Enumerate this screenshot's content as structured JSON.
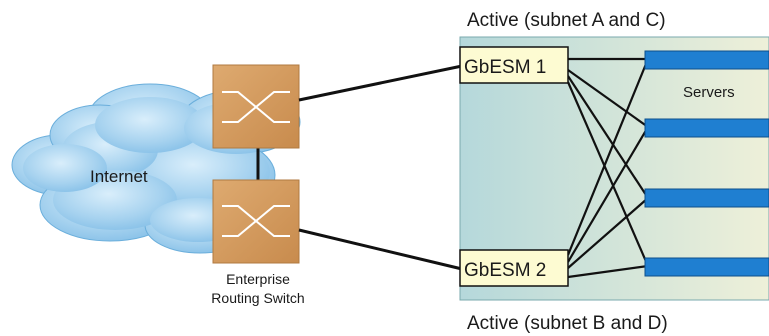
{
  "cloud": {
    "label": "Internet"
  },
  "routing_switch": {
    "caption_line1": "Enterprise",
    "caption_line2": "Routing Switch"
  },
  "chassis": {
    "top_label": "Active (subnet A and C)",
    "bottom_label": "Active (subnet B and D)",
    "servers_label": "Servers"
  },
  "modules": [
    {
      "label": "GbESM 1"
    },
    {
      "label": "GbESM 2"
    }
  ],
  "colors": {
    "switch_fill": "#d49a5e",
    "switch_icon": "#ffffff",
    "module_fill": "#fdfbd2",
    "server_bar": "#1f7fd1",
    "chassis_left": "#b7d9db",
    "chassis_right": "#ecefd8",
    "cloud": "#a9d4ef",
    "line": "#111111"
  }
}
